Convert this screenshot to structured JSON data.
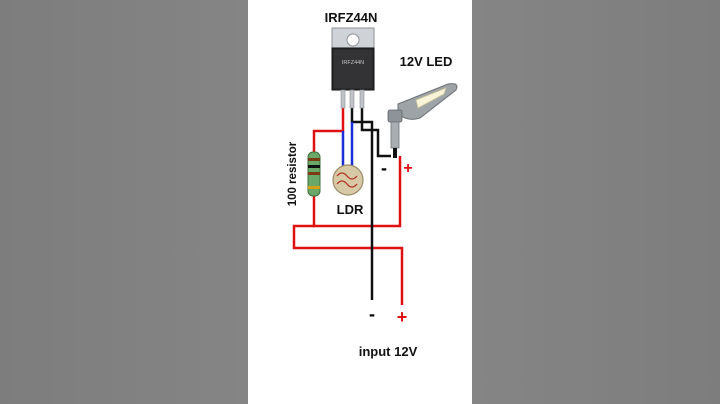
{
  "labels": {
    "mosfet": "IRFZ44N",
    "mosfet_marking": "IRFZ44N",
    "led": "12V LED",
    "resistor": "100 resistor",
    "ldr": "LDR",
    "input": "input 12V",
    "led_negative": "-",
    "led_positive": "+",
    "input_negative": "-",
    "input_positive": "+"
  },
  "colors": {
    "wire_red": "#e01010",
    "wire_black": "#111111",
    "wire_blue": "#1a2fd6",
    "background_side": "#808080",
    "background_panel": "#ffffff"
  }
}
